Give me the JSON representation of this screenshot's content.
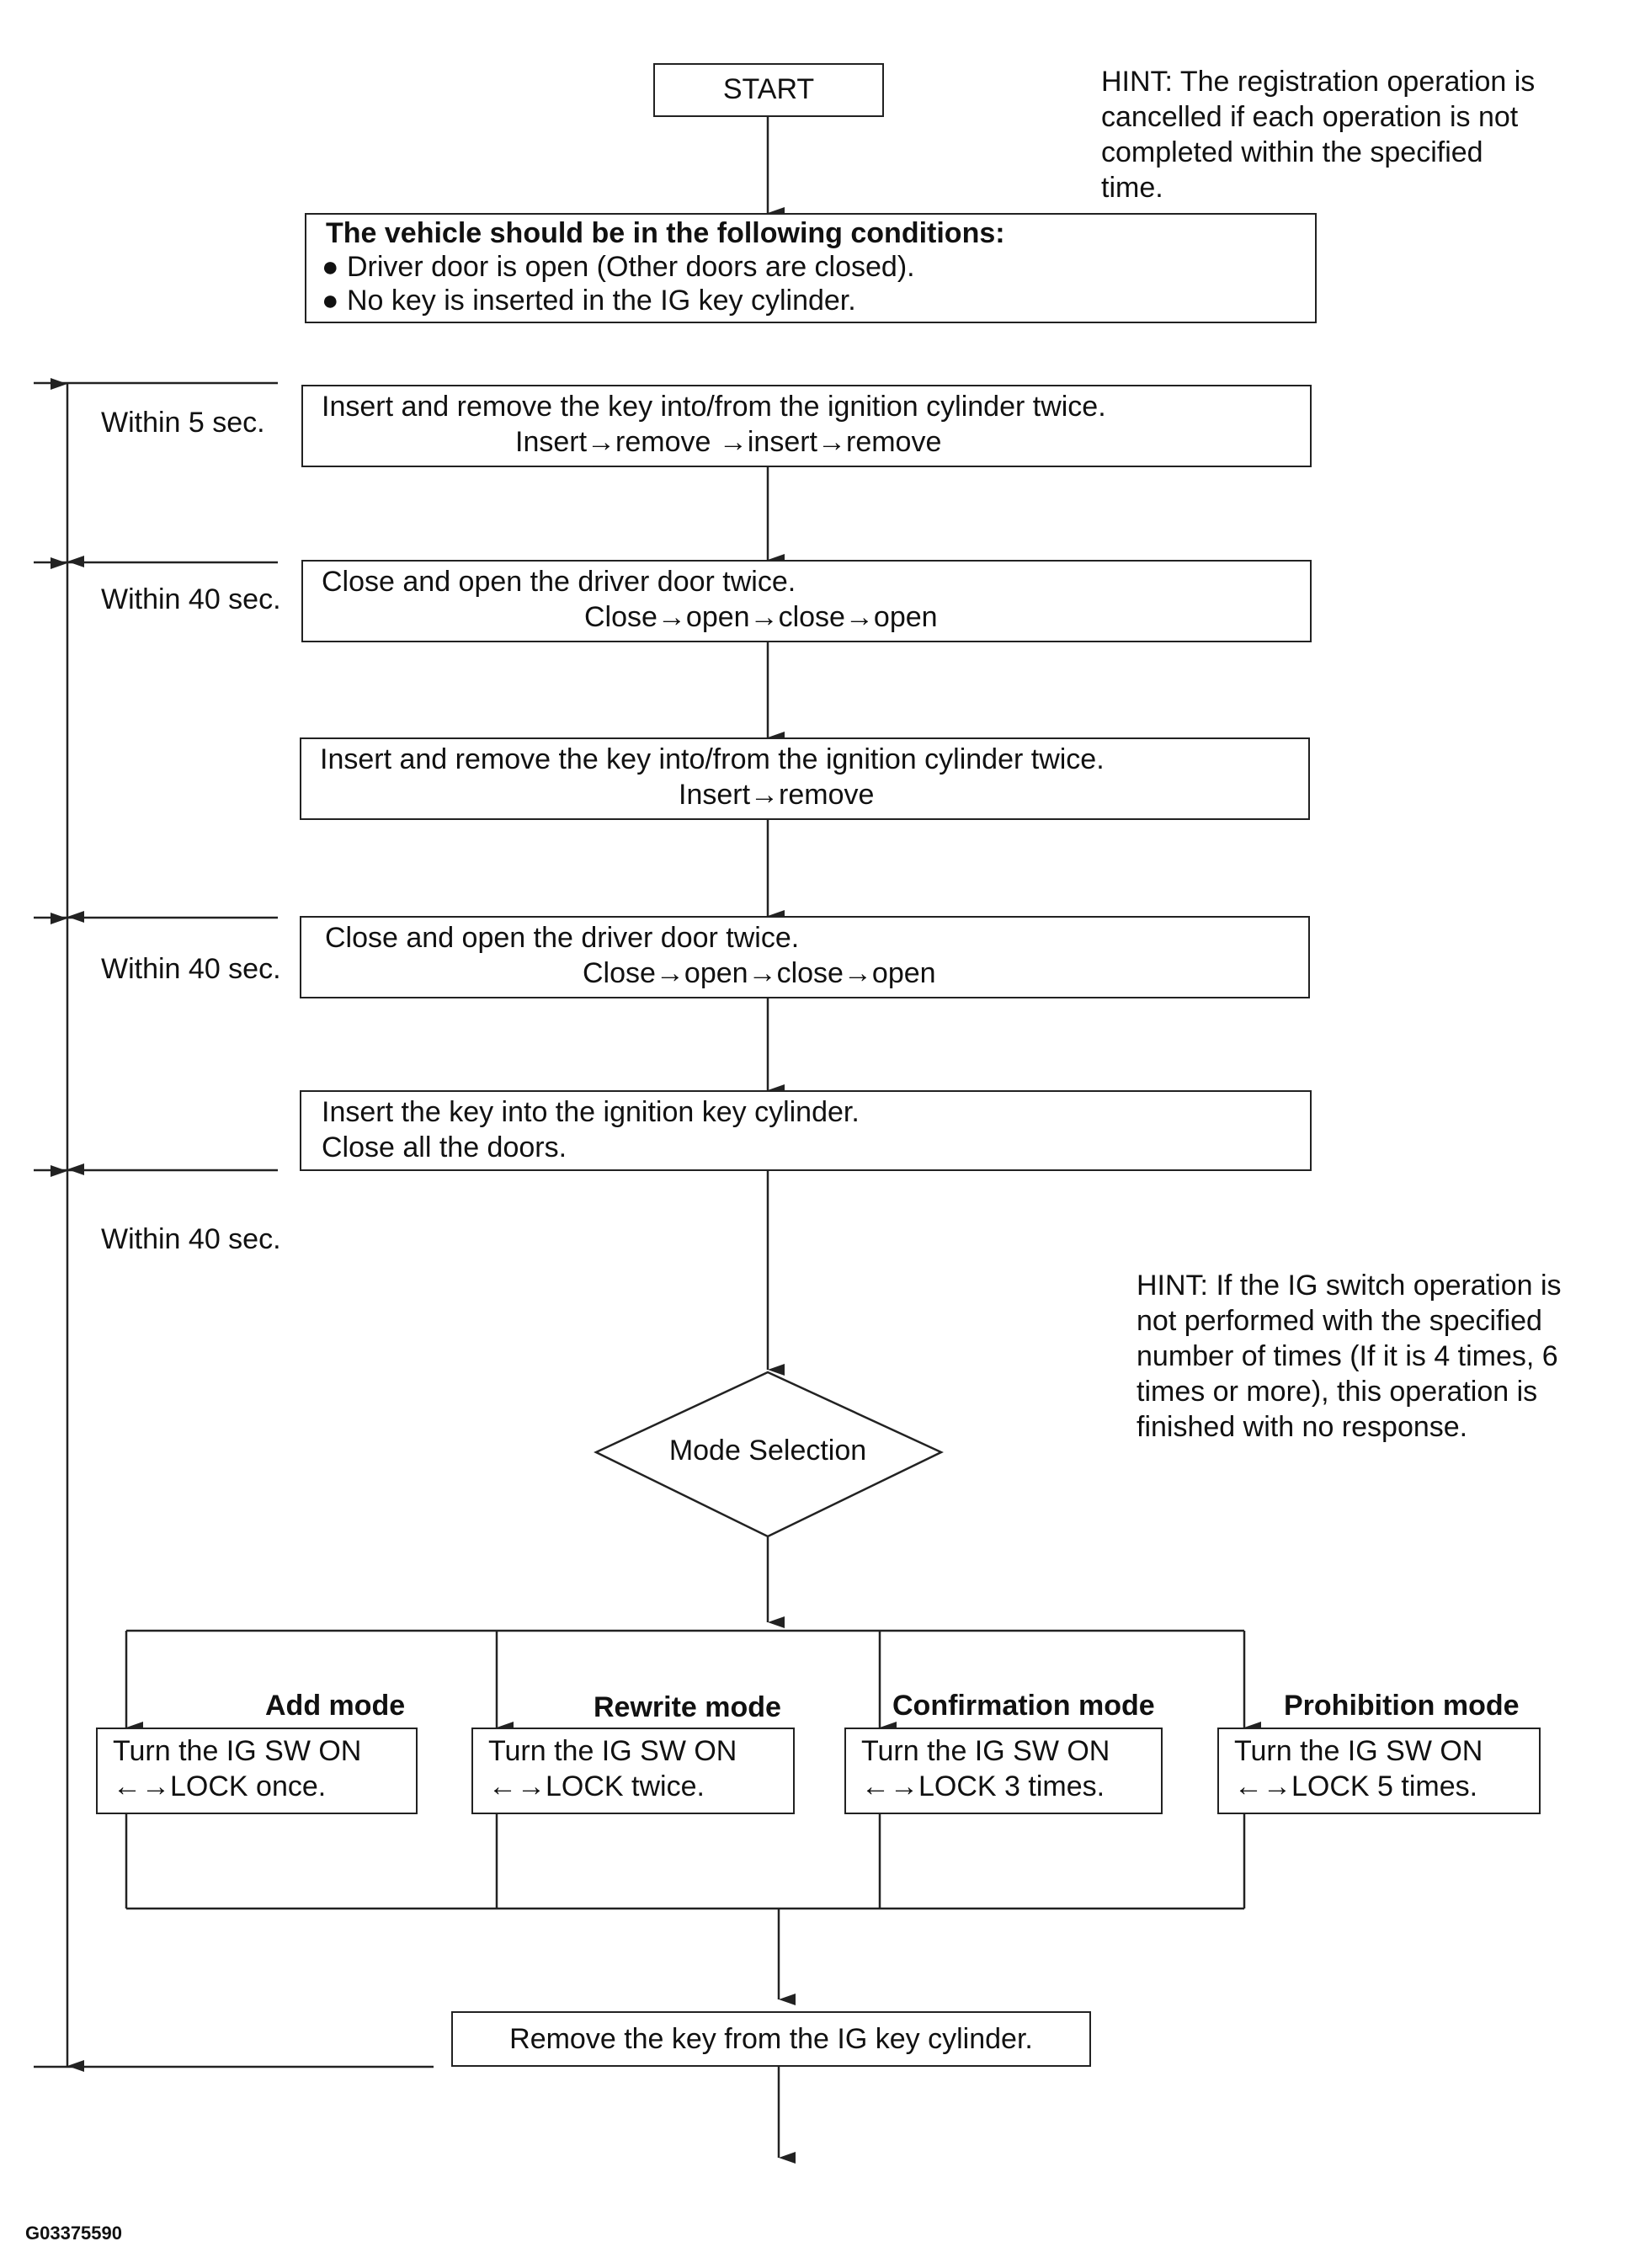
{
  "start": "START",
  "hint_top": {
    "l1": "HINT: The registration operation is",
    "l2": "cancelled if each operation is not",
    "l3": "completed within the specified",
    "l4": "time."
  },
  "conditions": {
    "title": "The vehicle should be in the following conditions:",
    "item1": "Driver door is open (Other doors are closed).",
    "item2": "No key is inserted in the IG key cylinder."
  },
  "steps": [
    {
      "l1": "Insert and remove the key into/from the ignition cylinder twice.",
      "l2": "Insert→remove →insert→remove"
    },
    {
      "l1": "Close and open the driver door twice.",
      "l2": "Close→open→close→open"
    },
    {
      "l1": "Insert and remove the key into/from the ignition cylinder twice.",
      "l2": "Insert→remove"
    },
    {
      "l1": "Close and open the driver door twice.",
      "l2": "Close→open→close→open"
    },
    {
      "l1": "Insert the key into the ignition key cylinder.",
      "l2": "Close all the doors."
    }
  ],
  "timers": [
    "Within 5 sec.",
    "Within 40 sec.",
    "Within 40 sec.",
    "Within 40 sec."
  ],
  "hint_mid": {
    "l1": "HINT: If the IG switch operation is",
    "l2": "not performed with the specified",
    "l3": "number of times (If it is 4 times, 6",
    "l4": "times or more), this operation is",
    "l5": "finished with no response."
  },
  "decision": "Mode Selection",
  "modes": [
    {
      "title": "Add mode",
      "l1": "Turn the IG SW ON",
      "l2": "←→LOCK once."
    },
    {
      "title": "Rewrite mode",
      "l1": "Turn the IG SW ON",
      "l2": "←→LOCK twice."
    },
    {
      "title": "Confirmation mode",
      "l1": "Turn the IG SW ON",
      "l2": "←→LOCK 3 times."
    },
    {
      "title": "Prohibition mode",
      "l1": "Turn the IG SW ON",
      "l2": "←→LOCK 5 times."
    }
  ],
  "final": "Remove the key from the IG key cylinder.",
  "figure_id": "G03375590"
}
